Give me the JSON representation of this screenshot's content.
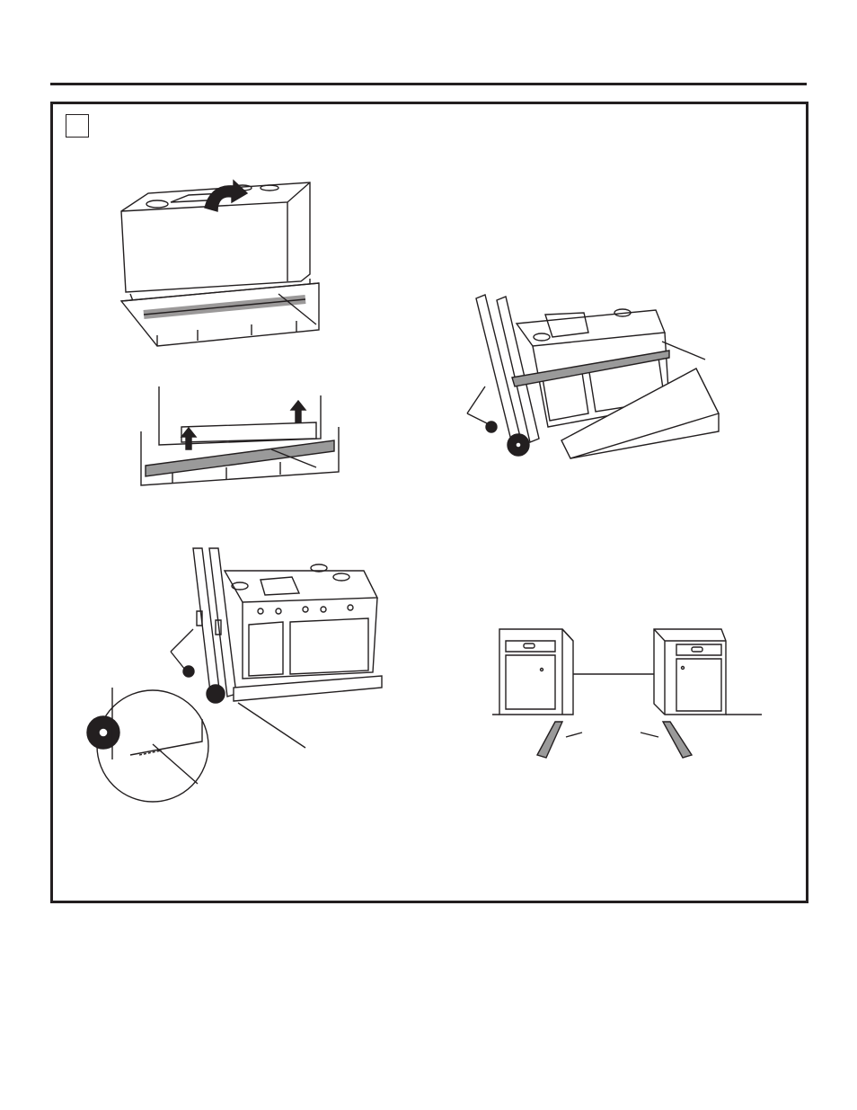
{
  "page": {
    "step_label": ""
  },
  "palette": {
    "ink": "#231f20",
    "strip": "#9a9a9a",
    "paper": "#ffffff"
  },
  "figures": [
    {
      "id": "lift-cover",
      "icon": "curved-arrow-icon"
    },
    {
      "id": "remove-strip",
      "icon": "up-arrow-icon"
    },
    {
      "id": "dolly-side",
      "icon": "hand-truck-icon"
    },
    {
      "id": "dolly-tilt",
      "icon": "hand-truck-icon"
    },
    {
      "id": "cabinet-opening",
      "icon": "cabinet-icon"
    }
  ]
}
